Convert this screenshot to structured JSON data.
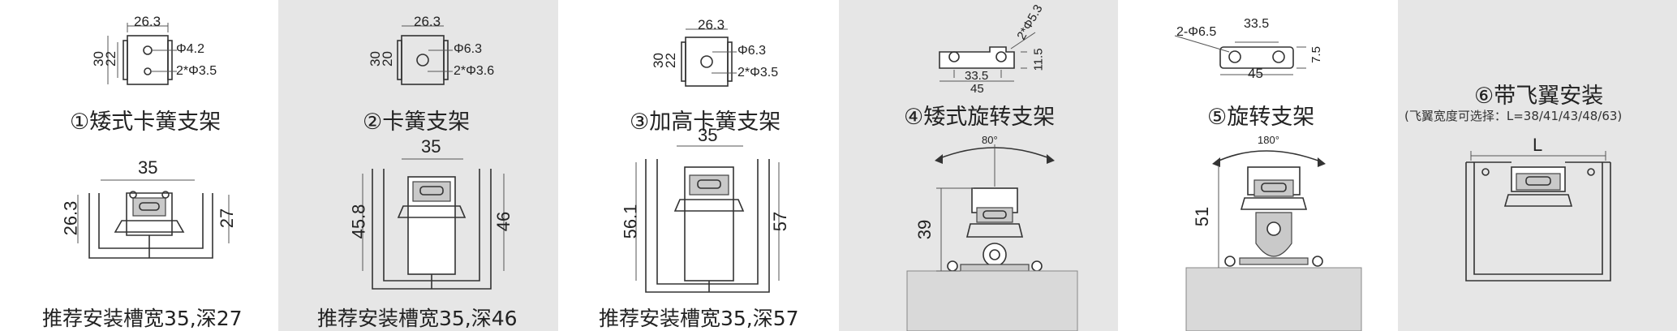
{
  "panels": [
    {
      "title": "①矮式卡簧支架",
      "caption": "推荐安装槽宽35,深27",
      "bg": "#ffffff",
      "top_dims": {
        "width": "26.3",
        "h1": "30",
        "h2": "22",
        "hole1": "Φ4.2",
        "hole2": "2*Φ3.5"
      },
      "bottom_dims": {
        "width": "35",
        "left": "26.3",
        "right": "27"
      }
    },
    {
      "title": "②卡簧支架",
      "caption": "推荐安装槽宽35,深46",
      "bg": "#e6e6e6",
      "top_dims": {
        "width": "26.3",
        "h1": "30",
        "h2": "20",
        "hole1": "Φ6.3",
        "hole2": "2*Φ3.6"
      },
      "bottom_dims": {
        "width": "35",
        "left": "45.8",
        "right": "46"
      }
    },
    {
      "title": "③加高卡簧支架",
      "caption": "推荐安装槽宽35,深57",
      "bg": "#ffffff",
      "top_dims": {
        "width": "26.3",
        "h1": "30",
        "h2": "22",
        "hole1": "Φ6.3",
        "hole2": "2*Φ3.5"
      },
      "bottom_dims": {
        "width": "35",
        "left": "56.1",
        "right": "57"
      }
    },
    {
      "title": "④矮式旋转支架",
      "bg": "#e6e6e6",
      "top_dims": {
        "hole": "2*Φ5.3",
        "inner": "33.5",
        "outer": "45",
        "height": "11.5"
      },
      "bottom_dims": {
        "angle": "80°",
        "height": "39"
      }
    },
    {
      "title": "⑤旋转支架",
      "bg": "#ffffff",
      "top_dims": {
        "hole": "2-Φ6.5",
        "inner": "33.5",
        "outer": "45",
        "height": "7.5"
      },
      "bottom_dims": {
        "angle": "180°",
        "height": "51"
      }
    },
    {
      "title": "⑥带飞翼安装",
      "subtitle": "(飞翼宽度可选择：L=38/41/43/48/63)",
      "bg": "#e6e6e6",
      "bottom_dims": {
        "width": "L"
      }
    }
  ]
}
